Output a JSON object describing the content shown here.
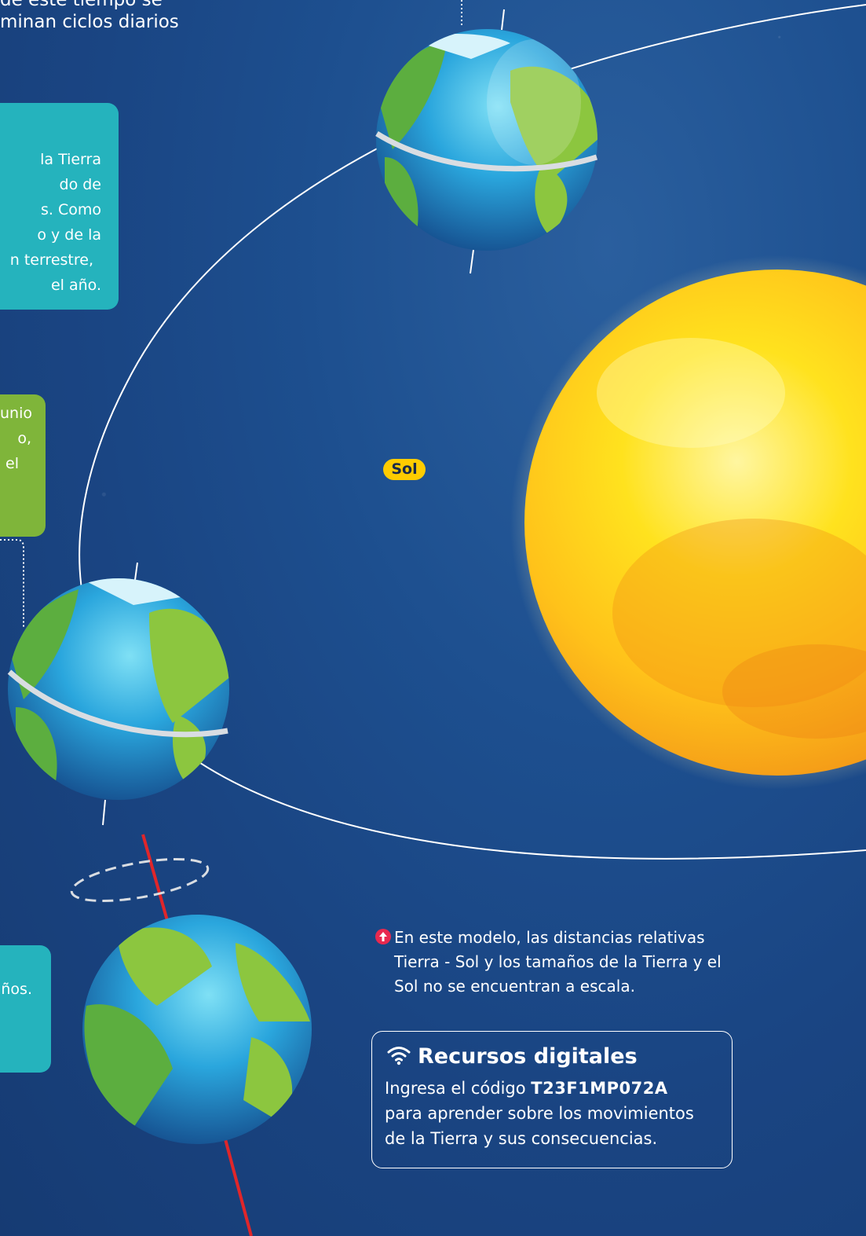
{
  "top_text": {
    "line1": "de este tiempo se",
    "line2": "minan ciclos diarios"
  },
  "box_teal_top": {
    "lines": [
      "la Tierra",
      "do de",
      "s. Como",
      "o y de la",
      "n terrestre,",
      "el año."
    ]
  },
  "box_green": {
    "lines": [
      "unio",
      "o,",
      "",
      "el"
    ]
  },
  "box_teal_bottom": {
    "lines": [
      "",
      "",
      "ños."
    ]
  },
  "sol_label": "Sol",
  "note": {
    "text": "En este modelo, las distancias relativas Tierra - Sol y los tamaños de la Tierra y el Sol no se encuentran a escala."
  },
  "resources": {
    "title": "Recursos digitales",
    "line1_prefix": "Ingresa el código ",
    "code": "T23F1MP072A",
    "line2": "para aprender sobre los movimientos",
    "line3": "de la Tierra y sus consecuencias."
  },
  "colors": {
    "background": "#1d4f8f",
    "box_teal": "#25b3bd",
    "box_green": "#7fb53a",
    "sun": "#ffd21a",
    "sol_label_bg": "#ffcc00",
    "note_icon": "#e8294f",
    "axis_red": "#e0262a"
  },
  "icons": {
    "note": "arrow-up-icon",
    "resources": "wifi-icon"
  }
}
